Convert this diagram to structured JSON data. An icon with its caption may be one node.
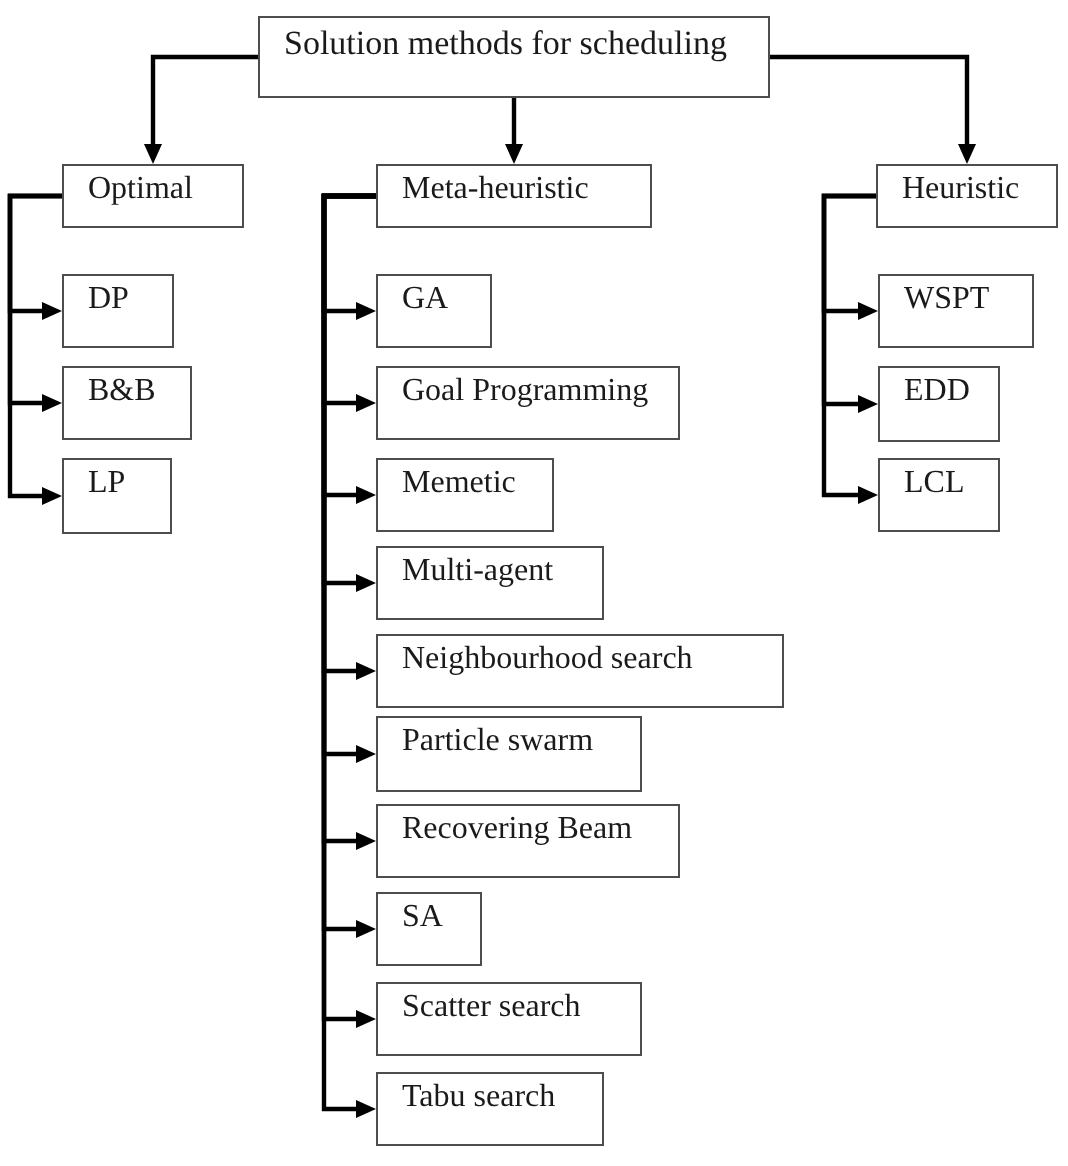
{
  "diagram": {
    "nodes": [
      {
        "text": [
          "Solution methods for scheduling"
        ]
      },
      {
        "text": [
          "Optimal"
        ]
      },
      {
        "text": [
          "Meta-heuristic"
        ]
      },
      {
        "text": [
          "Heuristic"
        ]
      },
      {
        "text": [
          "DP"
        ]
      },
      {
        "text": [
          "B&B"
        ]
      },
      {
        "text": [
          "LP"
        ]
      },
      {
        "text": [
          "GA"
        ]
      },
      {
        "text": [
          "Goal Programming"
        ]
      },
      {
        "text": [
          "Memetic"
        ]
      },
      {
        "text": [
          "Multi-agent"
        ]
      },
      {
        "text": [
          "Neighbourhood search"
        ]
      },
      {
        "text": [
          "Particle swarm"
        ]
      },
      {
        "text": [
          "Recovering Beam"
        ]
      },
      {
        "text": [
          "SA"
        ]
      },
      {
        "text": [
          "Scatter search"
        ]
      },
      {
        "text": [
          "Tabu search"
        ]
      },
      {
        "text": [
          "WSPT"
        ]
      },
      {
        "text": [
          "EDD"
        ]
      },
      {
        "text": [
          "LCL"
        ]
      }
    ],
    "edges": [
      {
        "from": 0,
        "to": 1,
        "arrow": "to"
      },
      {
        "from": 0,
        "to": 2,
        "arrow": "to"
      },
      {
        "from": 0,
        "to": 3,
        "arrow": "to"
      },
      {
        "from": 1,
        "to": 4,
        "arrow": "to"
      },
      {
        "from": 1,
        "to": 5,
        "arrow": "to"
      },
      {
        "from": 1,
        "to": 6,
        "arrow": "to"
      },
      {
        "from": 2,
        "to": 7,
        "arrow": "to"
      },
      {
        "from": 2,
        "to": 8,
        "arrow": "to"
      },
      {
        "from": 2,
        "to": 9,
        "arrow": "to"
      },
      {
        "from": 2,
        "to": 10,
        "arrow": "to"
      },
      {
        "from": 2,
        "to": 11,
        "arrow": "to"
      },
      {
        "from": 2,
        "to": 12,
        "arrow": "to"
      },
      {
        "from": 2,
        "to": 13,
        "arrow": "to"
      },
      {
        "from": 2,
        "to": 14,
        "arrow": "to"
      },
      {
        "from": 2,
        "to": 15,
        "arrow": "to"
      },
      {
        "from": 2,
        "to": 16,
        "arrow": "to"
      },
      {
        "from": 3,
        "to": 17,
        "arrow": "to"
      },
      {
        "from": 3,
        "to": 18,
        "arrow": "to"
      },
      {
        "from": 3,
        "to": 19,
        "arrow": "to"
      }
    ]
  }
}
